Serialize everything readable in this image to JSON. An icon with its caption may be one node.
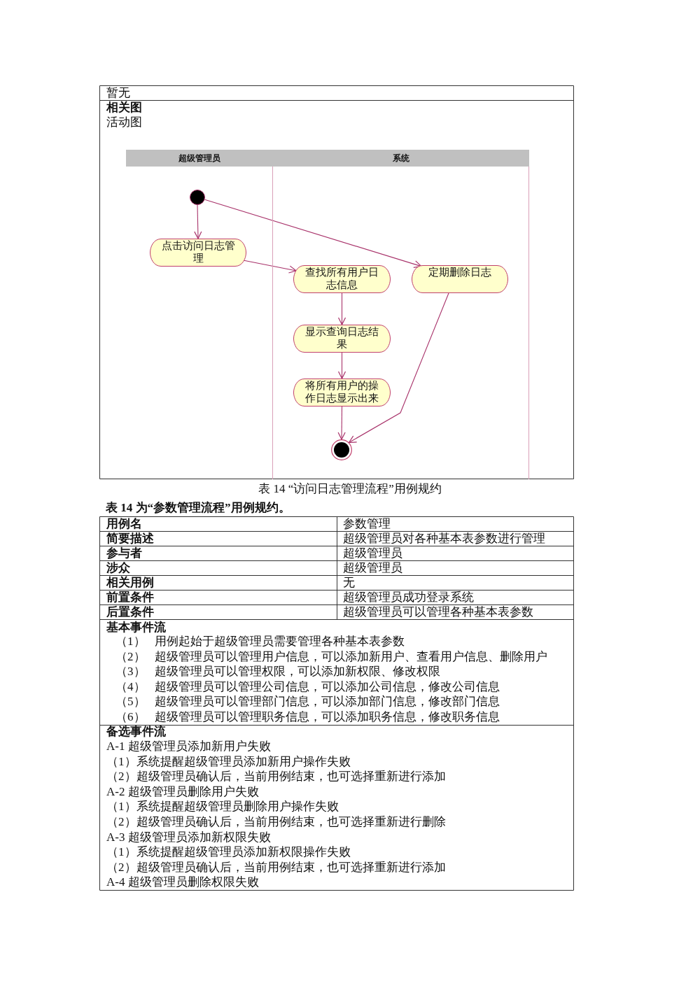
{
  "diagram": {
    "caption": "表 14 “访问日志管理流程”用例规约",
    "nodes": [
      {
        "text": [
          "超级管理员"
        ]
      },
      {
        "text": [
          "系统"
        ]
      },
      {
        "text": [],
        "shape": "circle",
        "in": 0
      },
      {
        "text": [
          "点击访问日志管理"
        ],
        "in": 0
      },
      {
        "text": [
          "查找所有用户日志信息"
        ],
        "in": 1
      },
      {
        "text": [
          "定期删除日志"
        ],
        "in": 1
      },
      {
        "text": [
          "显示查询日志结果"
        ],
        "in": 1
      },
      {
        "text": [
          "将所有用户的操作日志显示出来"
        ],
        "in": 1
      },
      {
        "text": [],
        "shape": "bullseye",
        "in": 1
      }
    ],
    "edges": [
      {
        "from": 2,
        "to": 3,
        "arrow": "to"
      },
      {
        "from": 2,
        "to": 5,
        "arrow": "to"
      },
      {
        "from": 3,
        "to": 4,
        "arrow": "to"
      },
      {
        "from": 4,
        "to": 6,
        "arrow": "to"
      },
      {
        "from": 6,
        "to": 7,
        "arrow": "to"
      },
      {
        "from": 7,
        "to": 8,
        "arrow": "to"
      },
      {
        "from": 5,
        "to": 8,
        "arrow": "to"
      }
    ],
    "labels": [
      "暂无",
      "相关图",
      "活动图",
      "表 14 为“参数管理流程”用例规约。",
      "用例名",
      "参数管理",
      "简要描述",
      "超级管理员对各种基本表参数进行管理",
      "参与者",
      "超级管理员",
      "涉众",
      "超级管理员",
      "相关用例",
      "无",
      "前置条件",
      "超级管理员成功登录系统",
      "后置条件",
      "超级管理员可以管理各种基本表参数",
      "基本事件流",
      "（1）",
      "用例起始于超级管理员需要管理各种基本表参数",
      "（2）",
      "超级管理员可以管理用户信息，可以添加新用户、查看用户信息、删除用户",
      "（3）",
      "超级管理员可以管理权限，可以添加新权限、修改权限",
      "（4）",
      "超级管理员可以管理公司信息，可以添加公司信息，修改公司信息",
      "（5）",
      "超级管理员可以管理部门信息，可以添加部门信息，修改部门信息",
      "（6）",
      "超级管理员可以管理职务信息，可以添加职务信息，修改职务信息",
      "备选事件流",
      "A-1 超级管理员添加新用户失败",
      "（1）系统提醒超级管理员添加新用户操作失败",
      "（2）超级管理员确认后，当前用例结束，也可选择重新进行添加",
      "A-2 超级管理员删除用户失败",
      "（1）系统提醒超级管理员删除用户操作失败",
      "（2）超级管理员确认后，当前用例结束，也可选择重新进行删除",
      "A-3 超级管理员添加新权限失败",
      "（1）系统提醒超级管理员添加新权限操作失败",
      "（2）超级管理员确认后，当前用例结束，也可选择重新进行添加",
      "A-4 超级管理员删除权限失败"
    ]
  }
}
